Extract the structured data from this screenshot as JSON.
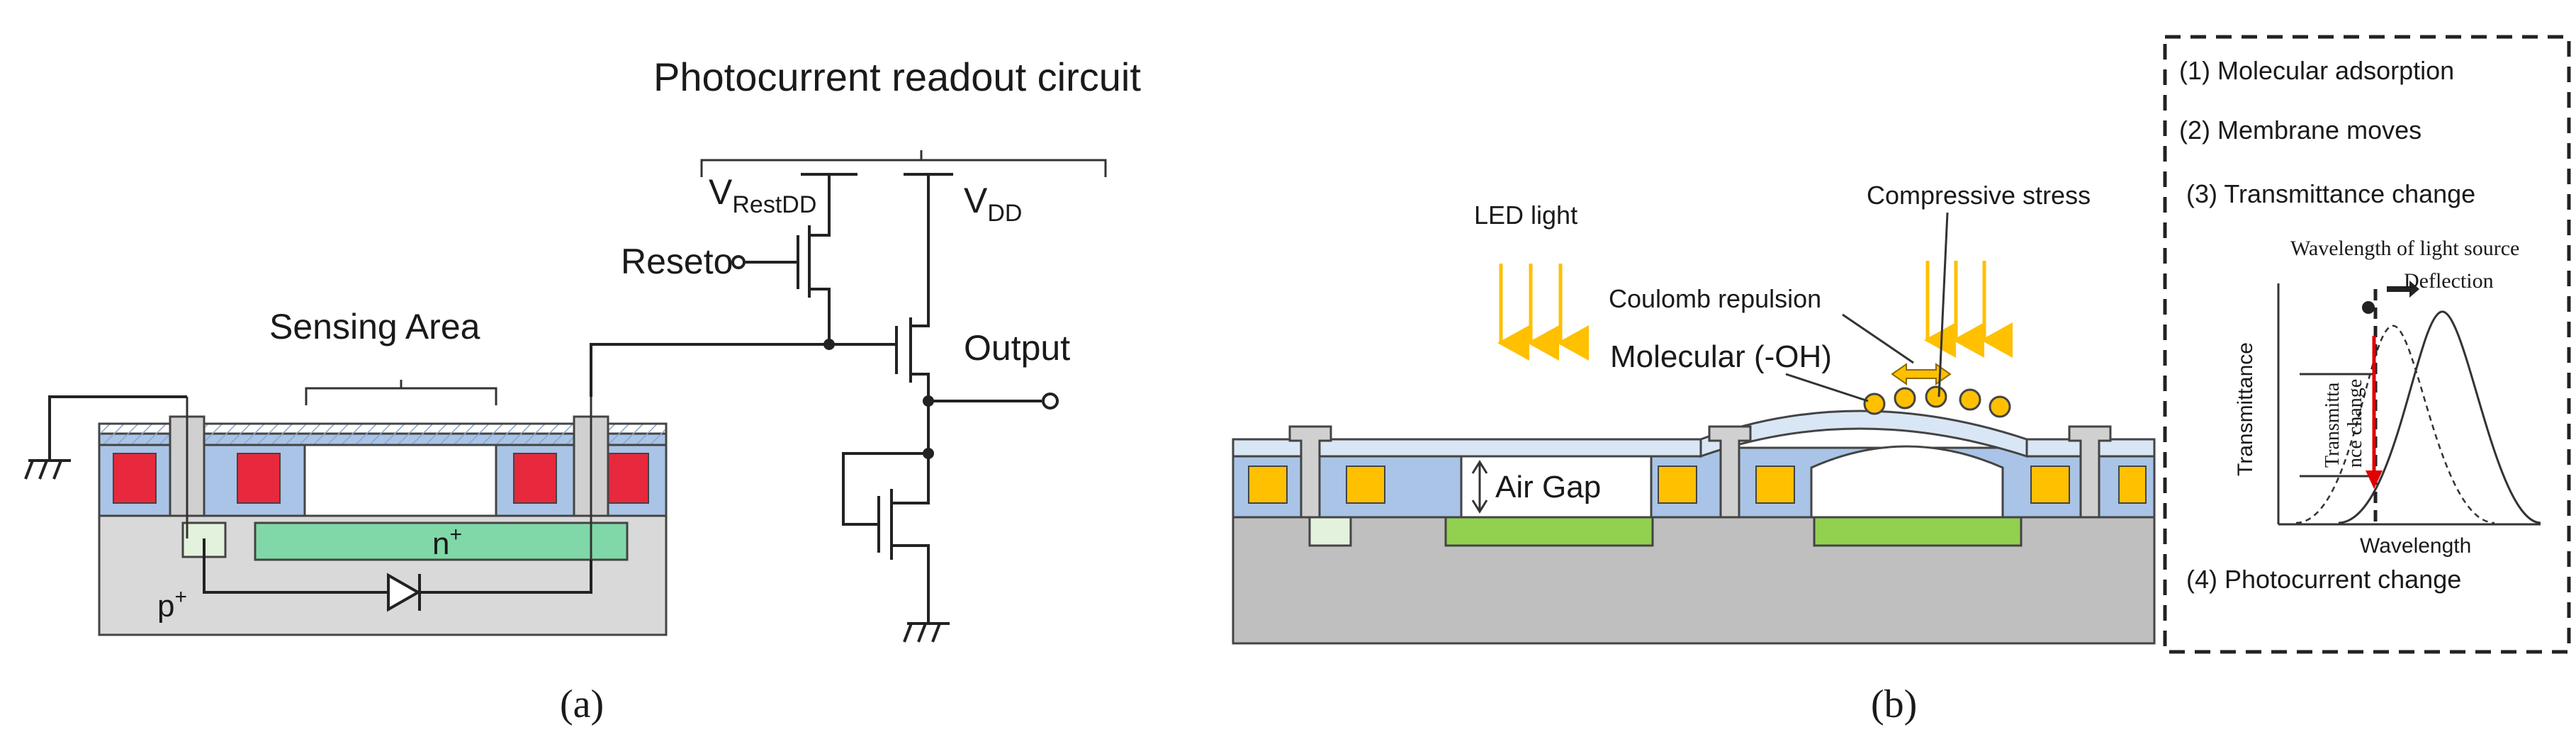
{
  "panel_a": {
    "readout_title": "Photocurrent readout circuit",
    "vrest_main": "V",
    "vrest_sub": "RestDD",
    "vdd_main": "V",
    "vdd_sub": "DD",
    "reset_label": "Reseto",
    "output_label": "Output",
    "sensing_label": "Sensing Area",
    "nplus_main": "n",
    "nplus_sup": "+",
    "pplus_main": "p",
    "pplus_sup": "+",
    "caption": "(a)"
  },
  "panel_b": {
    "led_label": "LED light",
    "compressive_label": "Compressive stress",
    "coulomb_label": "Coulomb repulsion",
    "molecular_label": "Molecular (-OH)",
    "airgap_label": "Air Gap",
    "caption": "(b)"
  },
  "panel_b_inset": {
    "step1": "(1) Molecular adsorption",
    "step2": "(2) Membrane moves",
    "step3": "(3) Transmittance change",
    "step4": "(4) Photocurrent change",
    "wavelength_source": "Wavelength of light source",
    "deflection": "Deflection",
    "y_axis": "Transmittance",
    "x_axis": "Wavelength",
    "red_line1": "Transmitta",
    "red_line2": "nce change"
  },
  "colors": {
    "blue_layer": "#a9c4e6",
    "light_blue": "#d9e6f5",
    "red_block": "#e8283c",
    "orange_block": "#ffc000",
    "green_region": "#80d8a8",
    "bright_green": "#92d050",
    "grey_substrate": "#d9d9d9",
    "dark_substrate": "#bfbfbf",
    "light_arrow": "#ffc000",
    "red_annotation": "#e00000"
  }
}
